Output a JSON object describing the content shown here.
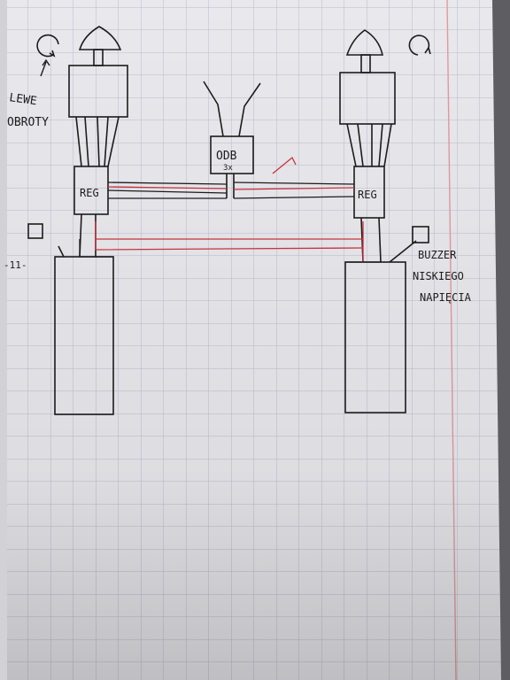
{
  "labels": {
    "left_rotation": [
      "LEWE",
      "OBROTY"
    ],
    "odb": [
      "ODB",
      "3x"
    ],
    "reg_left": "REG",
    "reg_right": "REG",
    "left_battery_marker": "-11-",
    "buzzer": [
      "BUZZER",
      "NISKIEGO",
      "NAPIĘCIA"
    ]
  },
  "colors": {
    "paper": "#e9e8ec",
    "grid": "#b9bdd0",
    "margin_line": "#e09aa0",
    "ink": "#1c1c1c",
    "red_wire": "#c8323c"
  },
  "icons": [
    "rotation-ccw-icon",
    "rotation-cw-icon",
    "propeller-icon"
  ]
}
